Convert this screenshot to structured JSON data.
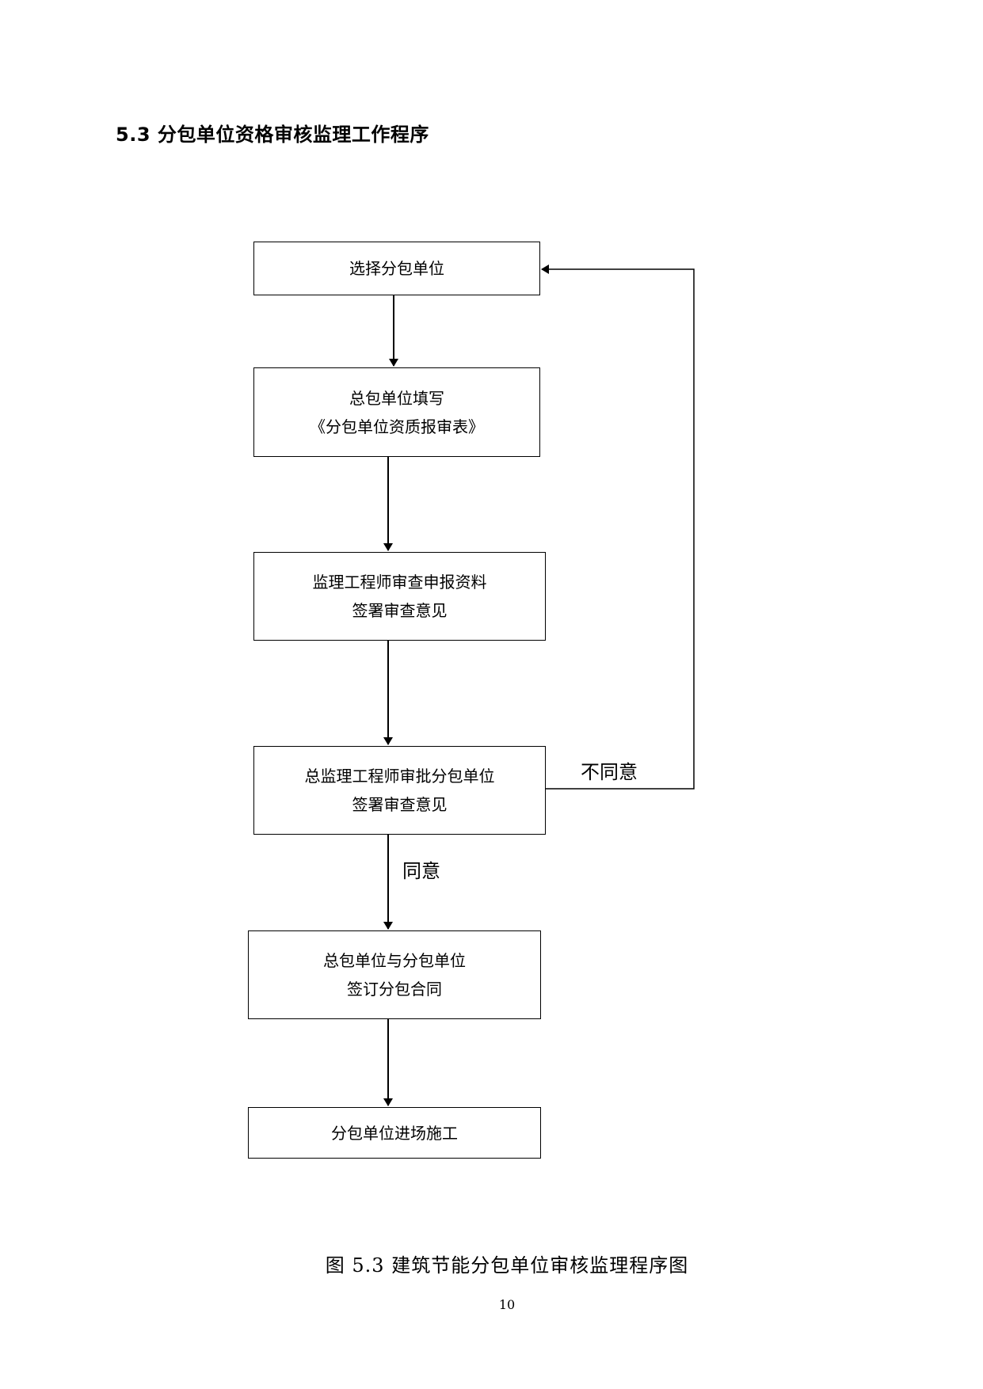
{
  "heading": "5.3 分包单位资格审核监理工作程序",
  "steps": [
    {
      "lines": [
        "选择分包单位"
      ]
    },
    {
      "lines": [
        "总包单位填写",
        "《分包单位资质报审表》"
      ]
    },
    {
      "lines": [
        "监理工程师审查申报资料",
        "签署审查意见"
      ]
    },
    {
      "lines": [
        "总监理工程师审批分包单位",
        "签署审查意见"
      ]
    },
    {
      "lines": [
        "总包单位与分包单位",
        "签订分包合同"
      ]
    },
    {
      "lines": [
        "分包单位进场施工"
      ]
    }
  ],
  "decision": {
    "disagree_label": "不同意",
    "agree_label": "同意"
  },
  "caption": "图 5.3 建筑节能分包单位审核监理程序图",
  "page_number": "10"
}
